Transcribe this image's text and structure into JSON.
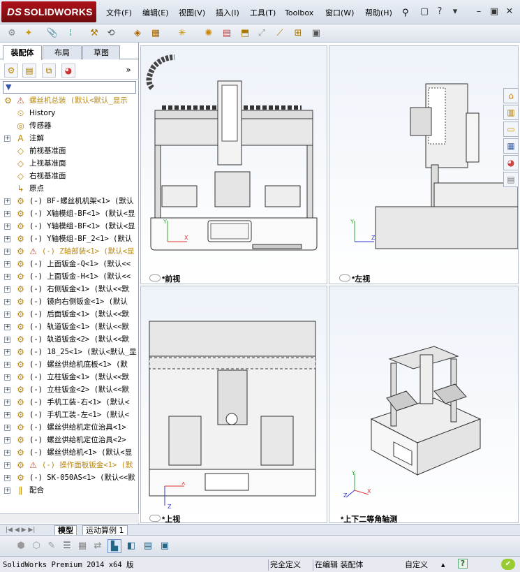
{
  "app": {
    "logo_brand": "SOLIDWORKS",
    "logo_prefix": "DS"
  },
  "menu": {
    "items": [
      "文件(F)",
      "编辑(E)",
      "视图(V)",
      "插入(I)",
      "工具(T)",
      "Toolbox",
      "窗口(W)",
      "帮助(H)"
    ]
  },
  "left_panel": {
    "tabs": [
      "装配体",
      "布局",
      "草图"
    ],
    "filter": "▼"
  },
  "tree": {
    "root": "螺丝机总装 (默认<默认_显示",
    "items": [
      {
        "label": "History"
      },
      {
        "label": "传感器"
      },
      {
        "label": "注解"
      },
      {
        "label": "前视基准面"
      },
      {
        "label": "上视基准面"
      },
      {
        "label": "右视基准面"
      },
      {
        "label": "原点"
      },
      {
        "label": "(-) BF-螺丝机机架<1> (默认"
      },
      {
        "label": "(-) X轴模组-BF<1> (默认<显"
      },
      {
        "label": "(-) Y轴模组-BF<1> (默认<显"
      },
      {
        "label": "(-) Y轴模组-BF_2<1> (默认"
      },
      {
        "label": "(-) Z轴部装<1> (默认<显"
      },
      {
        "label": "(-) 上面钣金-Q<1> (默认<<"
      },
      {
        "label": "(-) 上面钣金-H<1> (默认<<"
      },
      {
        "label": "(-) 右侧钣金<1> (默认<<默"
      },
      {
        "label": "(-) 镜向右侧钣金<1> (默认"
      },
      {
        "label": "(-) 后面钣金<1> (默认<<默"
      },
      {
        "label": "(-) 轨道钣金<1> (默认<<默"
      },
      {
        "label": "(-) 轨道钣金<2> (默认<<默"
      },
      {
        "label": "(-) 18_25<1> (默认<默认_显"
      },
      {
        "label": "(-) 螺丝供给机底板<1> (默"
      },
      {
        "label": "(-) 立柱钣金<1> (默认<<默"
      },
      {
        "label": "(-) 立柱钣金<2> (默认<<默"
      },
      {
        "label": "(-) 手机工装-右<1> (默认<"
      },
      {
        "label": "(-) 手机工装-左<1> (默认<"
      },
      {
        "label": "(-) 螺丝供给机定位治具<1>"
      },
      {
        "label": "(-) 螺丝供给机定位治具<2>"
      },
      {
        "label": "(-) 螺丝供给机<1> (默认<显"
      },
      {
        "label": "(-) 操作面板钣金<1> (默"
      },
      {
        "label": "(-) SK-050AS<1> (默认<<默"
      },
      {
        "label": "配合"
      }
    ]
  },
  "views": {
    "front": "*前视",
    "left": "*左视",
    "top": "*上视",
    "iso": "*上下二等角轴测"
  },
  "bottom_tabs": [
    "模型",
    "运动算例 1"
  ],
  "status": {
    "product": "SolidWorks Premium 2014 x64 版",
    "definition": "完全定义",
    "editing": "在编辑 装配体",
    "custom": "自定义"
  }
}
